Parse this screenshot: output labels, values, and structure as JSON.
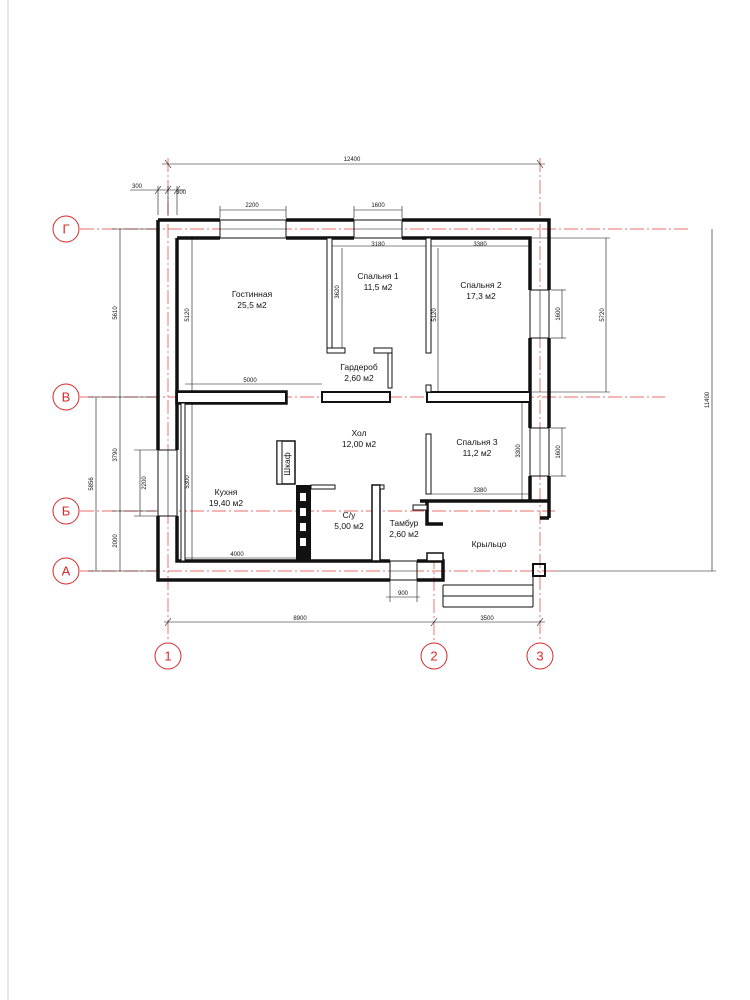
{
  "rooms": {
    "living": {
      "name": "Гостинная",
      "area": "25,5 м2"
    },
    "bedroom1": {
      "name": "Спальня 1",
      "area": "11,5 м2"
    },
    "bedroom2": {
      "name": "Спальня 2",
      "area": "17,3 м2"
    },
    "wardrobe": {
      "name": "Гардероб",
      "area": "2,60 м2"
    },
    "hall": {
      "name": "Хол",
      "area": "12,00 м2"
    },
    "bedroom3": {
      "name": "Спальня 3",
      "area": "11,2 м2"
    },
    "kitchen": {
      "name": "Кухня",
      "area": "19,40 м2"
    },
    "bathroom": {
      "name": "С/у",
      "area": "5,00 м2"
    },
    "vestibule": {
      "name": "Тамбур",
      "area": "2,60 м2"
    },
    "porch": {
      "name": "Крыльцо"
    },
    "closet": {
      "name": "Шкаф"
    }
  },
  "axes": {
    "g": "Г",
    "v": "В",
    "b": "Б",
    "a": "А",
    "n1": "1",
    "n2": "2",
    "n3": "3"
  },
  "dims": {
    "total_width": "12400",
    "total_height": "11400",
    "wall_left": "300",
    "wall_right": "300",
    "window_top_left": "2200",
    "window_top_mid": "1600",
    "bed1_width": "3180",
    "bed2_width": "3380",
    "left_top_outer": "5610",
    "left_mid_outer": "3790",
    "left_outer_total": "5856",
    "left_window": "2200",
    "left_bottom": "2000",
    "living_height": "5120",
    "living_width": "5000",
    "bed1_closet_h": "3620",
    "bed1_height": "5120",
    "bed2_window": "1600",
    "right_height": "5720",
    "kitchen_height": "5300",
    "bed3_height": "3300",
    "bed3_window": "1600",
    "bed3_width": "3380",
    "kitchen_width": "4000",
    "door_width": "900",
    "bottom_left": "8900",
    "bottom_right": "3500"
  }
}
